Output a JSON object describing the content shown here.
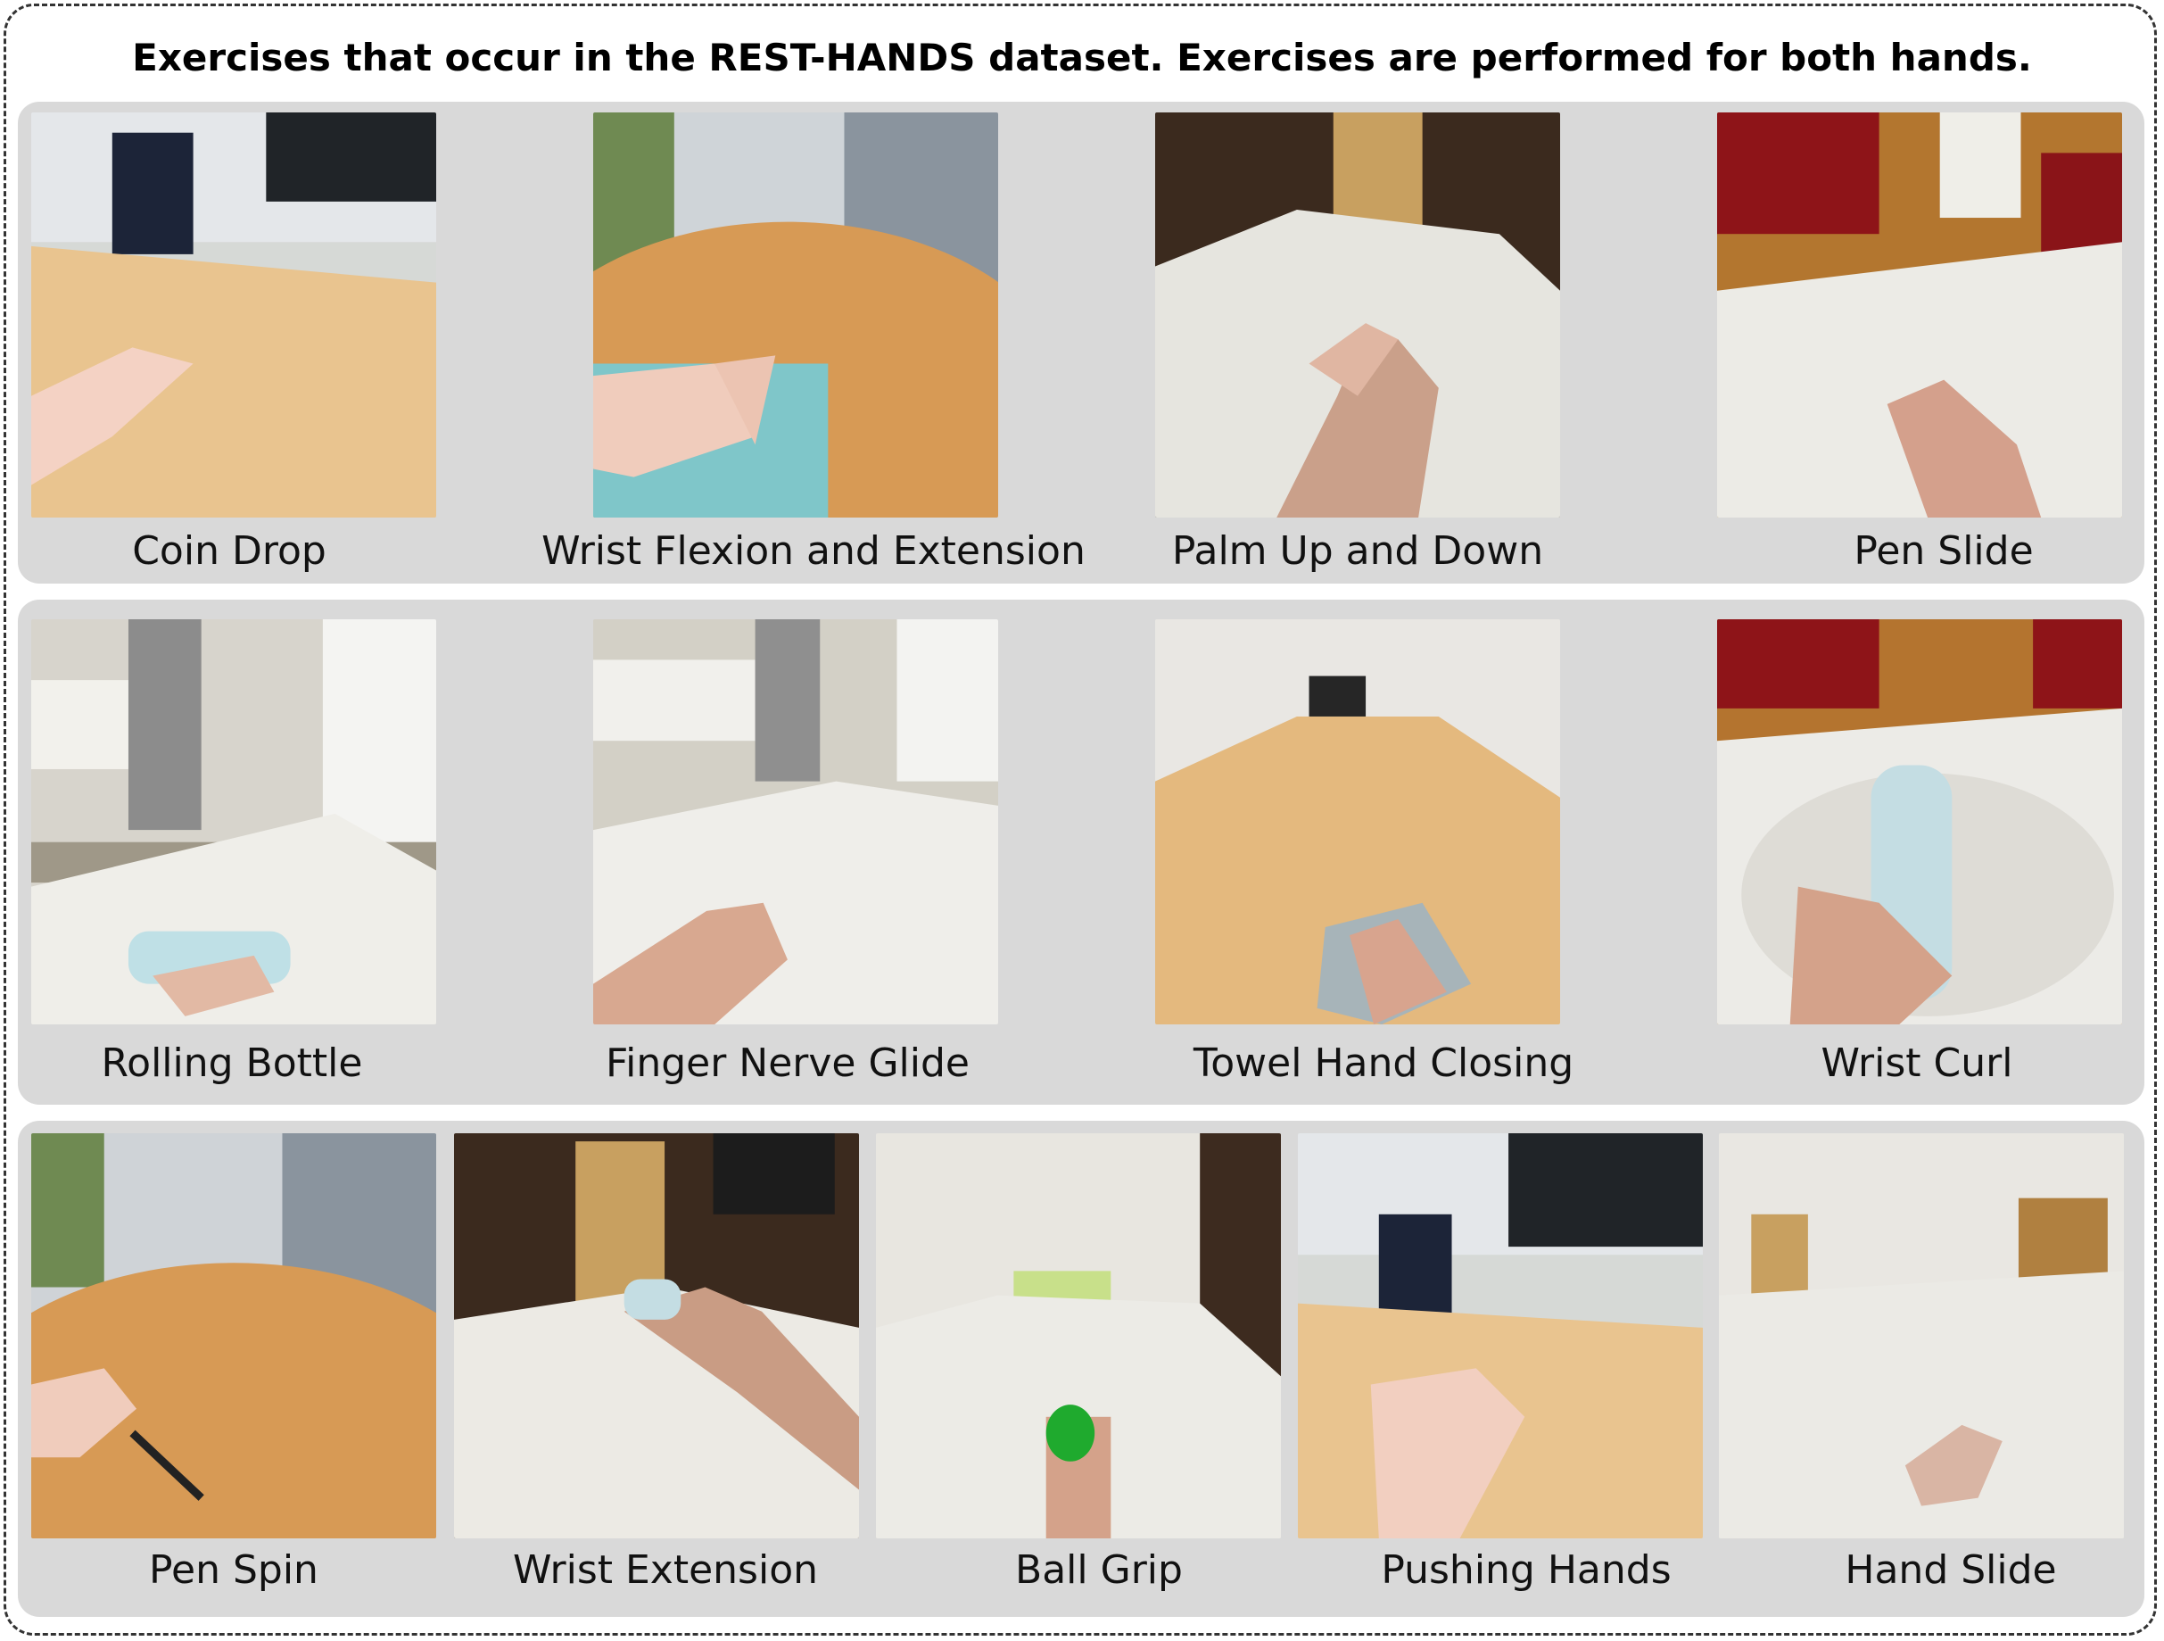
{
  "title": "Exercises that occur in the REST-HANDS dataset. Exercises are performed for both hands.",
  "rows": [
    {
      "cells": [
        {
          "caption": "Coin Drop",
          "scene": "wood-table-wall"
        },
        {
          "caption": "Wrist Flexion and Extension",
          "scene": "wood-table-kitchen-towel"
        },
        {
          "caption": "Palm Up and Down",
          "scene": "white-cloth-dining"
        },
        {
          "caption": "Pen Slide",
          "scene": "white-cloth-sofa"
        }
      ]
    },
    {
      "cells": [
        {
          "caption": "Rolling Bottle",
          "scene": "white-cloth-kitchen-bottle"
        },
        {
          "caption": "Finger Nerve Glide",
          "scene": "white-cloth-kitchen"
        },
        {
          "caption": "Towel Hand Closing",
          "scene": "long-wood-table-towel"
        },
        {
          "caption": "Wrist Curl",
          "scene": "lace-cloth-bottle"
        }
      ]
    },
    {
      "cells": [
        {
          "caption": "Pen Spin",
          "scene": "wood-table-kitchen-pen"
        },
        {
          "caption": "Wrist Extension",
          "scene": "white-cloth-cabinet-bottle"
        },
        {
          "caption": "Ball Grip",
          "scene": "white-cloth-room-ball"
        },
        {
          "caption": "Pushing Hands",
          "scene": "wood-table-wall-hands"
        },
        {
          "caption": "Hand Slide",
          "scene": "white-cloth-room-blur"
        }
      ]
    }
  ]
}
